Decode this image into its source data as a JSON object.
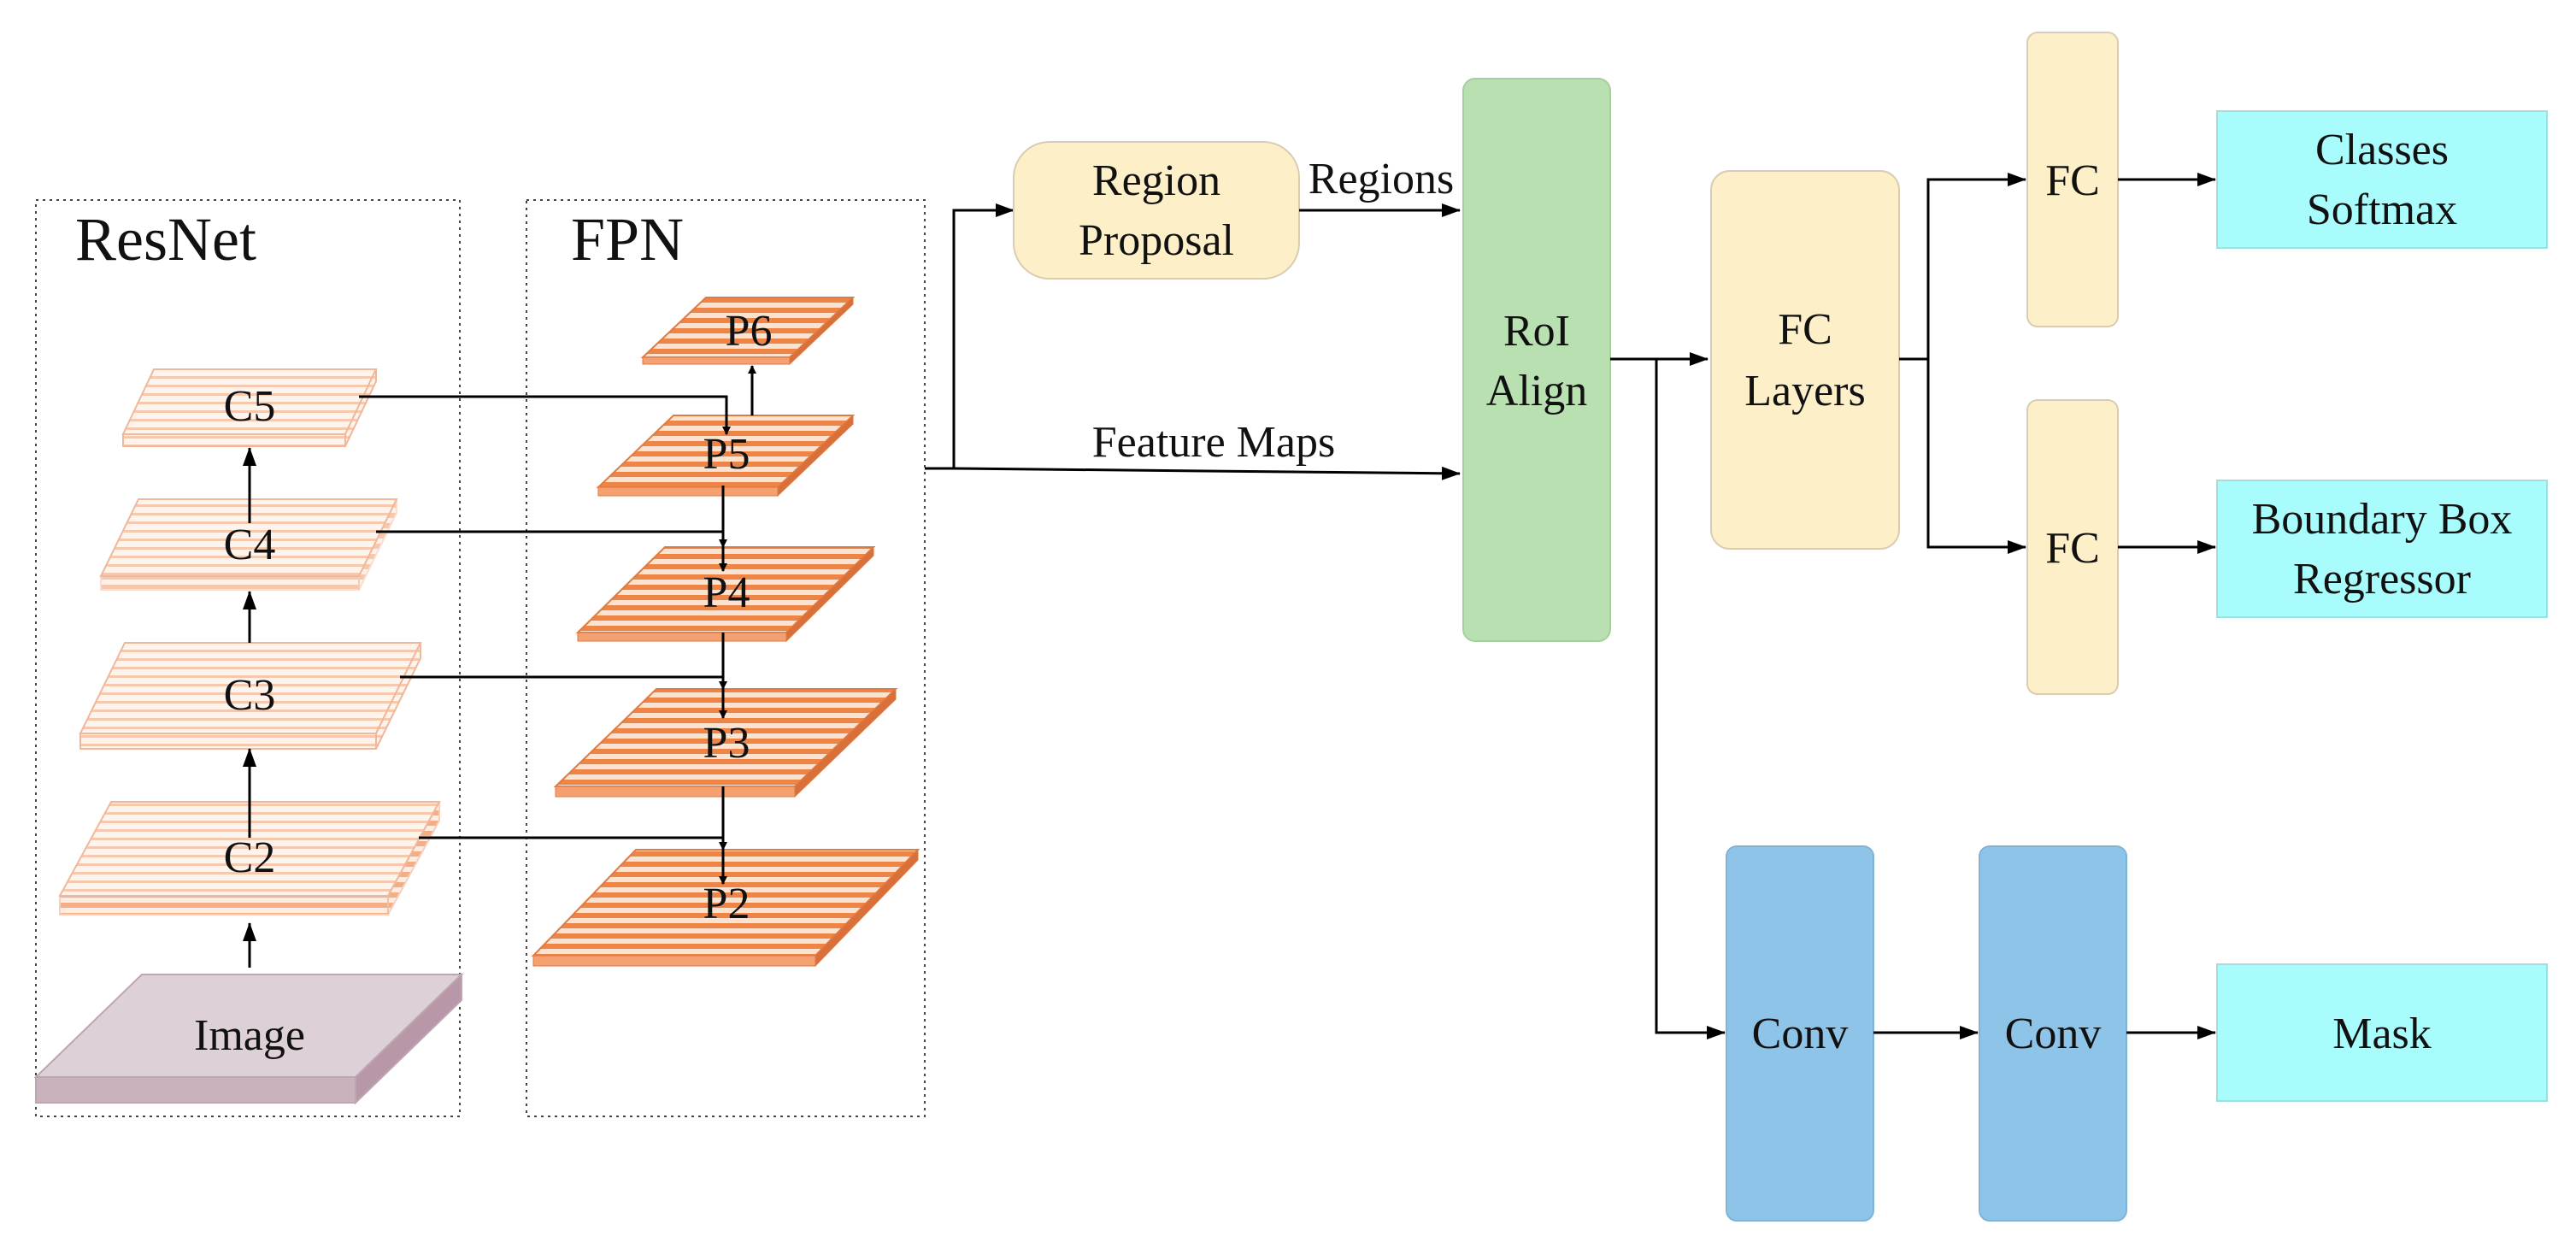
{
  "backbone": {
    "title": "ResNet",
    "layers": [
      "C5",
      "C4",
      "C3",
      "C2"
    ],
    "input": "Image"
  },
  "fpn": {
    "title": "FPN",
    "levels": [
      "P6",
      "P5",
      "P4",
      "P3",
      "P2"
    ]
  },
  "region_proposal": {
    "line1": "Region",
    "line2": "Proposal"
  },
  "edges": {
    "regions": "Regions",
    "feature_maps": "Feature Maps"
  },
  "roi_align": {
    "line1": "RoI",
    "line2": "Align"
  },
  "fc_layers": {
    "line1": "FC",
    "line2": "Layers"
  },
  "class_branch": {
    "fc": "FC",
    "out_line1": "Classes",
    "out_line2": "Softmax"
  },
  "box_branch": {
    "fc": "FC",
    "out_line1": "Boundary Box",
    "out_line2": "Regressor"
  },
  "mask_branch": {
    "conv1": "Conv",
    "conv2": "Conv",
    "out": "Mask"
  },
  "colors": {
    "proposal_fill": "#fdf0c8",
    "roi_fill": "#b8e0b0",
    "fc_fill": "#fdf0c8",
    "output_fill": "#a8fcfc",
    "conv_fill": "#8dc4e8",
    "fpn_stripe": "#f08a50",
    "resnet_stripe": "#f6c2a6",
    "image_fill": "#e2d4d8"
  }
}
